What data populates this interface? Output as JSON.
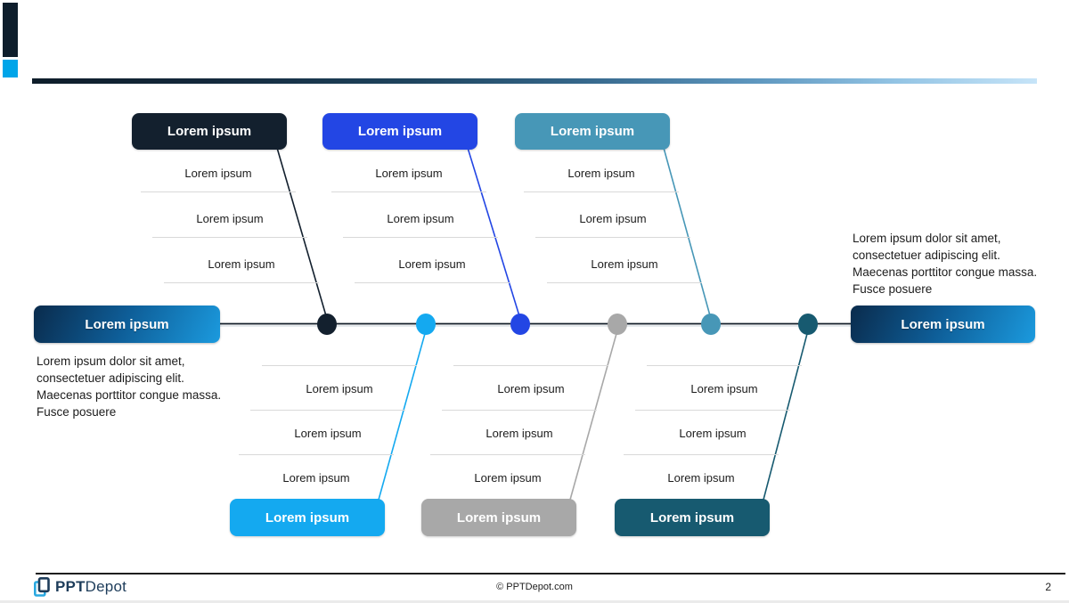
{
  "header": {
    "accent_bar_color": "#0e1e2c",
    "accent_square_color": "#00a5e9",
    "gradient_bar_start": "#0e1d2a",
    "gradient_bar_end": "#c6e4f8"
  },
  "diagram": {
    "spine_color": "#101c28",
    "underline_color": "#d9d9d9",
    "cause": {
      "label": "Lorem ipsum",
      "description": "Lorem ipsum dolor sit amet, consectetuer adipiscing elit. Maecenas porttitor congue massa. Fusce posuere"
    },
    "effect": {
      "label": "Lorem ipsum",
      "description": "Lorem ipsum dolor sit amet, consectetuer adipiscing elit. Maecenas porttitor congue massa. Fusce posuere"
    },
    "top_groups": [
      {
        "label": "Lorem ipsum",
        "color": "#13202e",
        "items": [
          "Lorem ipsum",
          "Lorem ipsum",
          "Lorem ipsum"
        ]
      },
      {
        "label": "Lorem ipsum",
        "color": "#2346e4",
        "items": [
          "Lorem ipsum",
          "Lorem ipsum",
          "Lorem ipsum"
        ]
      },
      {
        "label": "Lorem ipsum",
        "color": "#4797b7",
        "items": [
          "Lorem ipsum",
          "Lorem ipsum",
          "Lorem ipsum"
        ]
      }
    ],
    "bottom_groups": [
      {
        "label": "Lorem ipsum",
        "color": "#14a9f0",
        "items": [
          "Lorem ipsum",
          "Lorem ipsum",
          "Lorem ipsum"
        ]
      },
      {
        "label": "Lorem ipsum",
        "color": "#a8a8a8",
        "items": [
          "Lorem ipsum",
          "Lorem ipsum",
          "Lorem ipsum"
        ]
      },
      {
        "label": "Lorem ipsum",
        "color": "#175a70",
        "items": [
          "Lorem ipsum",
          "Lorem ipsum",
          "Lorem ipsum"
        ]
      }
    ]
  },
  "footer": {
    "brand_bold": "PPT",
    "brand_regular": "Depot",
    "copyright": "© PPTDepot.com",
    "page_number": "2"
  }
}
